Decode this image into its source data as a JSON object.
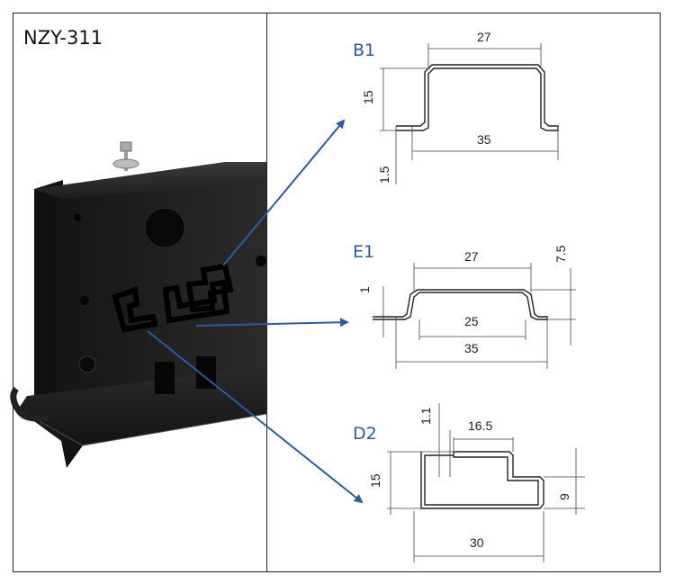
{
  "model_label": "NZY-311",
  "accent_color": "#2d5aa0",
  "profiles": {
    "b1": {
      "name": "B1",
      "top_width": "27",
      "bottom_width": "35",
      "height": "15",
      "thickness": "1.5"
    },
    "e1": {
      "name": "E1",
      "top_width": "27",
      "inner_width": "25",
      "bottom_width": "35",
      "height": "7.5",
      "thickness": "1"
    },
    "d2": {
      "name": "D2",
      "top_width": "16.5",
      "bottom_width": "30",
      "height": "15",
      "step_height": "9",
      "thickness": "1.1"
    }
  }
}
